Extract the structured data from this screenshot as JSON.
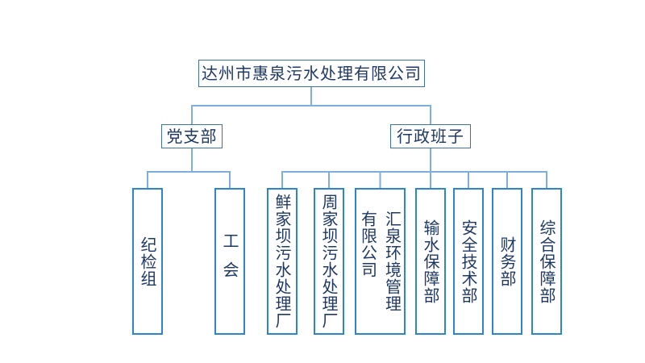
{
  "org": {
    "root": "达州市惠泉污水处理有限公司",
    "branches": [
      {
        "name": "党支部",
        "children": [
          "纪检组",
          "工会"
        ]
      },
      {
        "name": "行政班子",
        "children": [
          "鲜家坝污水处理厂",
          "周家坝污水处理厂",
          "汇泉环境管理\n有限公司",
          "输水保障部",
          "安全技术部",
          "财务部",
          "综合保障部"
        ]
      }
    ]
  },
  "colors": {
    "connector": "#7faddc",
    "parent_box_border": "#41719c",
    "child_box_border": "#2e86c9",
    "text": "#1f3864",
    "background": "#ffffff"
  }
}
